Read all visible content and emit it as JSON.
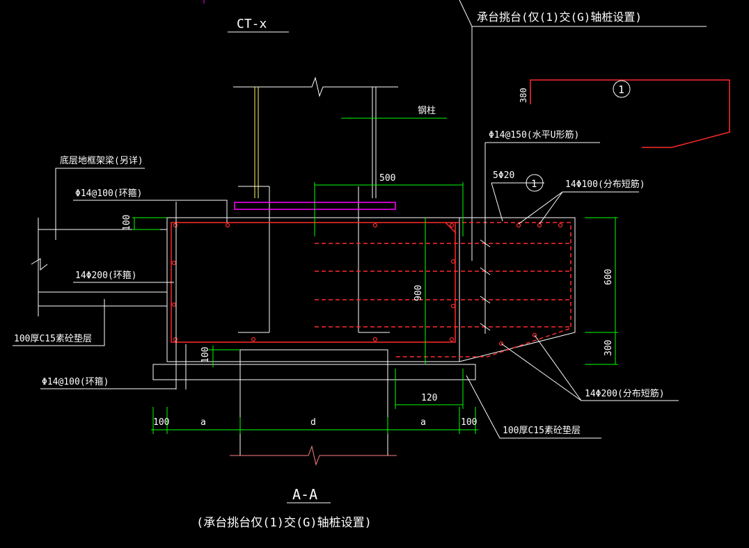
{
  "colors": {
    "background": "#000000",
    "outline": "#ffffff",
    "rebar": "#ff2a2a",
    "dimension": "#00ff00",
    "plate": "#ff00ff",
    "column": "#ffff66"
  },
  "titles": {
    "top_tag": "CT-x",
    "top_right_note": "承台挑台(仅(1)交(G)轴桩设置)",
    "section_label": "A-A",
    "section_note": "(承台挑台仅(1)交(G)轴桩设置)"
  },
  "labels": {
    "steel_column": "钢柱",
    "ground_beam": "底层地框架梁(另详)",
    "hoop_top": "Φ14@100(环箍)",
    "hoop_mid": "14Φ200(环箍)",
    "cushion_left": "100厚C15素砼垫层",
    "hoop_bottom": "Φ14@100(环箍)",
    "u_bars": "Φ14@150(水平U形筋)",
    "main_bars": "5Φ20",
    "dist_top": "14Φ100(分布短筋)",
    "dist_bottom": "14Φ200(分布短筋)",
    "cushion_right": "100厚C15素砼垫层",
    "detail_mark": "1",
    "detail_mark_2": "1"
  },
  "dimensions": {
    "d500": "500",
    "d100_top": "100",
    "d900": "900",
    "d600": "600",
    "d300": "300",
    "d100_bot": "100",
    "d120": "120",
    "d380": "380",
    "d100_left": "100",
    "a_left": "a",
    "d_mid": "d",
    "a_right": "a",
    "d100_right": "100"
  }
}
